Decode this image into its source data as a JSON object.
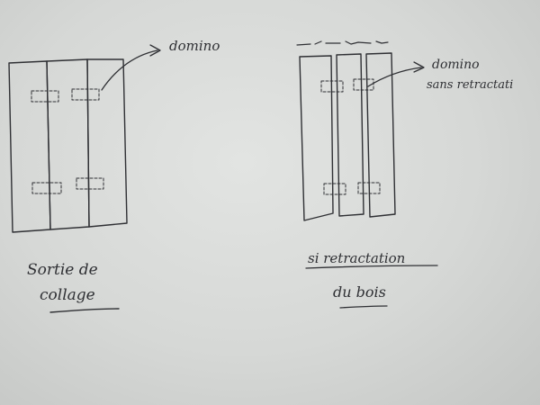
{
  "sketch": {
    "left": {
      "label": "domino",
      "caption": [
        "Sortie de",
        "collage"
      ]
    },
    "right": {
      "label": [
        "domino",
        "sans retractati"
      ],
      "caption": [
        "si retractation",
        "du bois"
      ]
    }
  },
  "colors": {
    "paper": "#dcdedc",
    "ink": "#2f3034"
  }
}
